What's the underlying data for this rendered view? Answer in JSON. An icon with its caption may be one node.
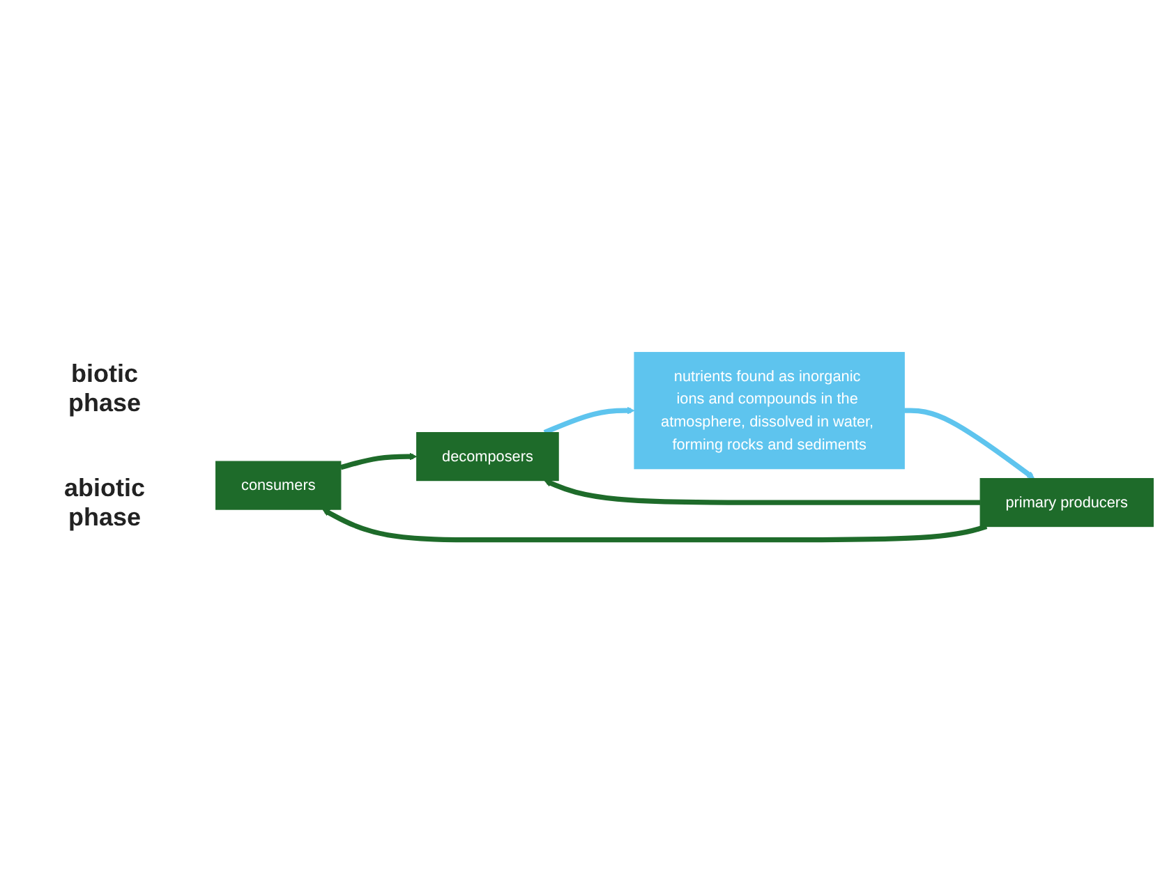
{
  "diagram": {
    "nodes": [
      {
        "text": [
          "consumers"
        ]
      },
      {
        "text": [
          "primary producers"
        ]
      },
      {
        "text": [
          "decomposers"
        ]
      },
      {
        "text": [
          "nutrients found as inorganic ions and compounds in the atmosphere, dissolved in water, forming rocks and sediments"
        ]
      }
    ],
    "edges": [
      {
        "from": 1,
        "to": 0,
        "arrow": "to"
      },
      {
        "from": 0,
        "to": 2,
        "arrow": "to"
      },
      {
        "from": 1,
        "to": 2,
        "arrow": "to"
      },
      {
        "from": 2,
        "to": 3,
        "arrow": "to",
        "color": "#5ec4ee"
      },
      {
        "from": 3,
        "to": 1,
        "arrow": "to",
        "color": "#5ec4ee"
      }
    ],
    "labels": [
      "biotic phase",
      "abiotic phase"
    ]
  }
}
